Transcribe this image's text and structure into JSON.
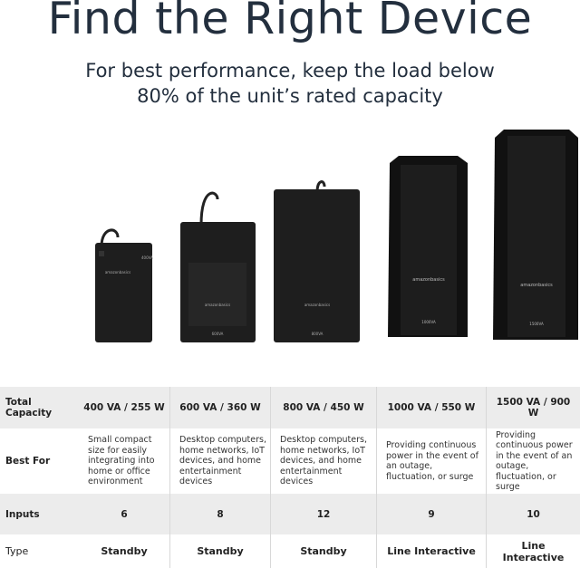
{
  "header": {
    "title": "Find the Right Device",
    "subtitle_line1": "For best performance, keep the load below",
    "subtitle_line2": "80% of the unit’s rated capacity"
  },
  "devices": [
    {
      "brand": "amazonbasics",
      "badge": "400VA"
    },
    {
      "brand": "amazonbasics",
      "badge": "600VA"
    },
    {
      "brand": "amazonbasics",
      "badge": "800VA"
    },
    {
      "brand": "amazonbasics",
      "badge": "1000VA"
    },
    {
      "brand": "amazonbasics",
      "badge": "1500VA"
    }
  ],
  "table": {
    "rows": [
      {
        "label": "Total Capacity",
        "values": [
          "400 VA / 255 W",
          "600 VA / 360 W",
          "800 VA / 450 W",
          "1000 VA / 550 W",
          "1500 VA / 900 W"
        ]
      },
      {
        "label": "Best For",
        "values": [
          "Small compact size for easily integrating into home or office environment",
          "Desktop computers, home networks, IoT devices, and home entertainment devices",
          "Desktop computers, home networks, IoT devices, and home entertainment devices",
          "Providing continuous power in the event of an outage, fluctuation, or surge",
          "Providing continuous power in the event of an outage, fluctuation, or surge"
        ]
      },
      {
        "label": "Inputs",
        "values": [
          "6",
          "8",
          "12",
          "9",
          "10"
        ]
      },
      {
        "label": "Type",
        "values": [
          "Standby",
          "Standby",
          "Standby",
          "Line Interactive",
          "Line Interactive"
        ]
      }
    ]
  },
  "colors": {
    "title": "#232f3e",
    "device_body": "#1c1c1c",
    "row_shade": "#ececec"
  }
}
